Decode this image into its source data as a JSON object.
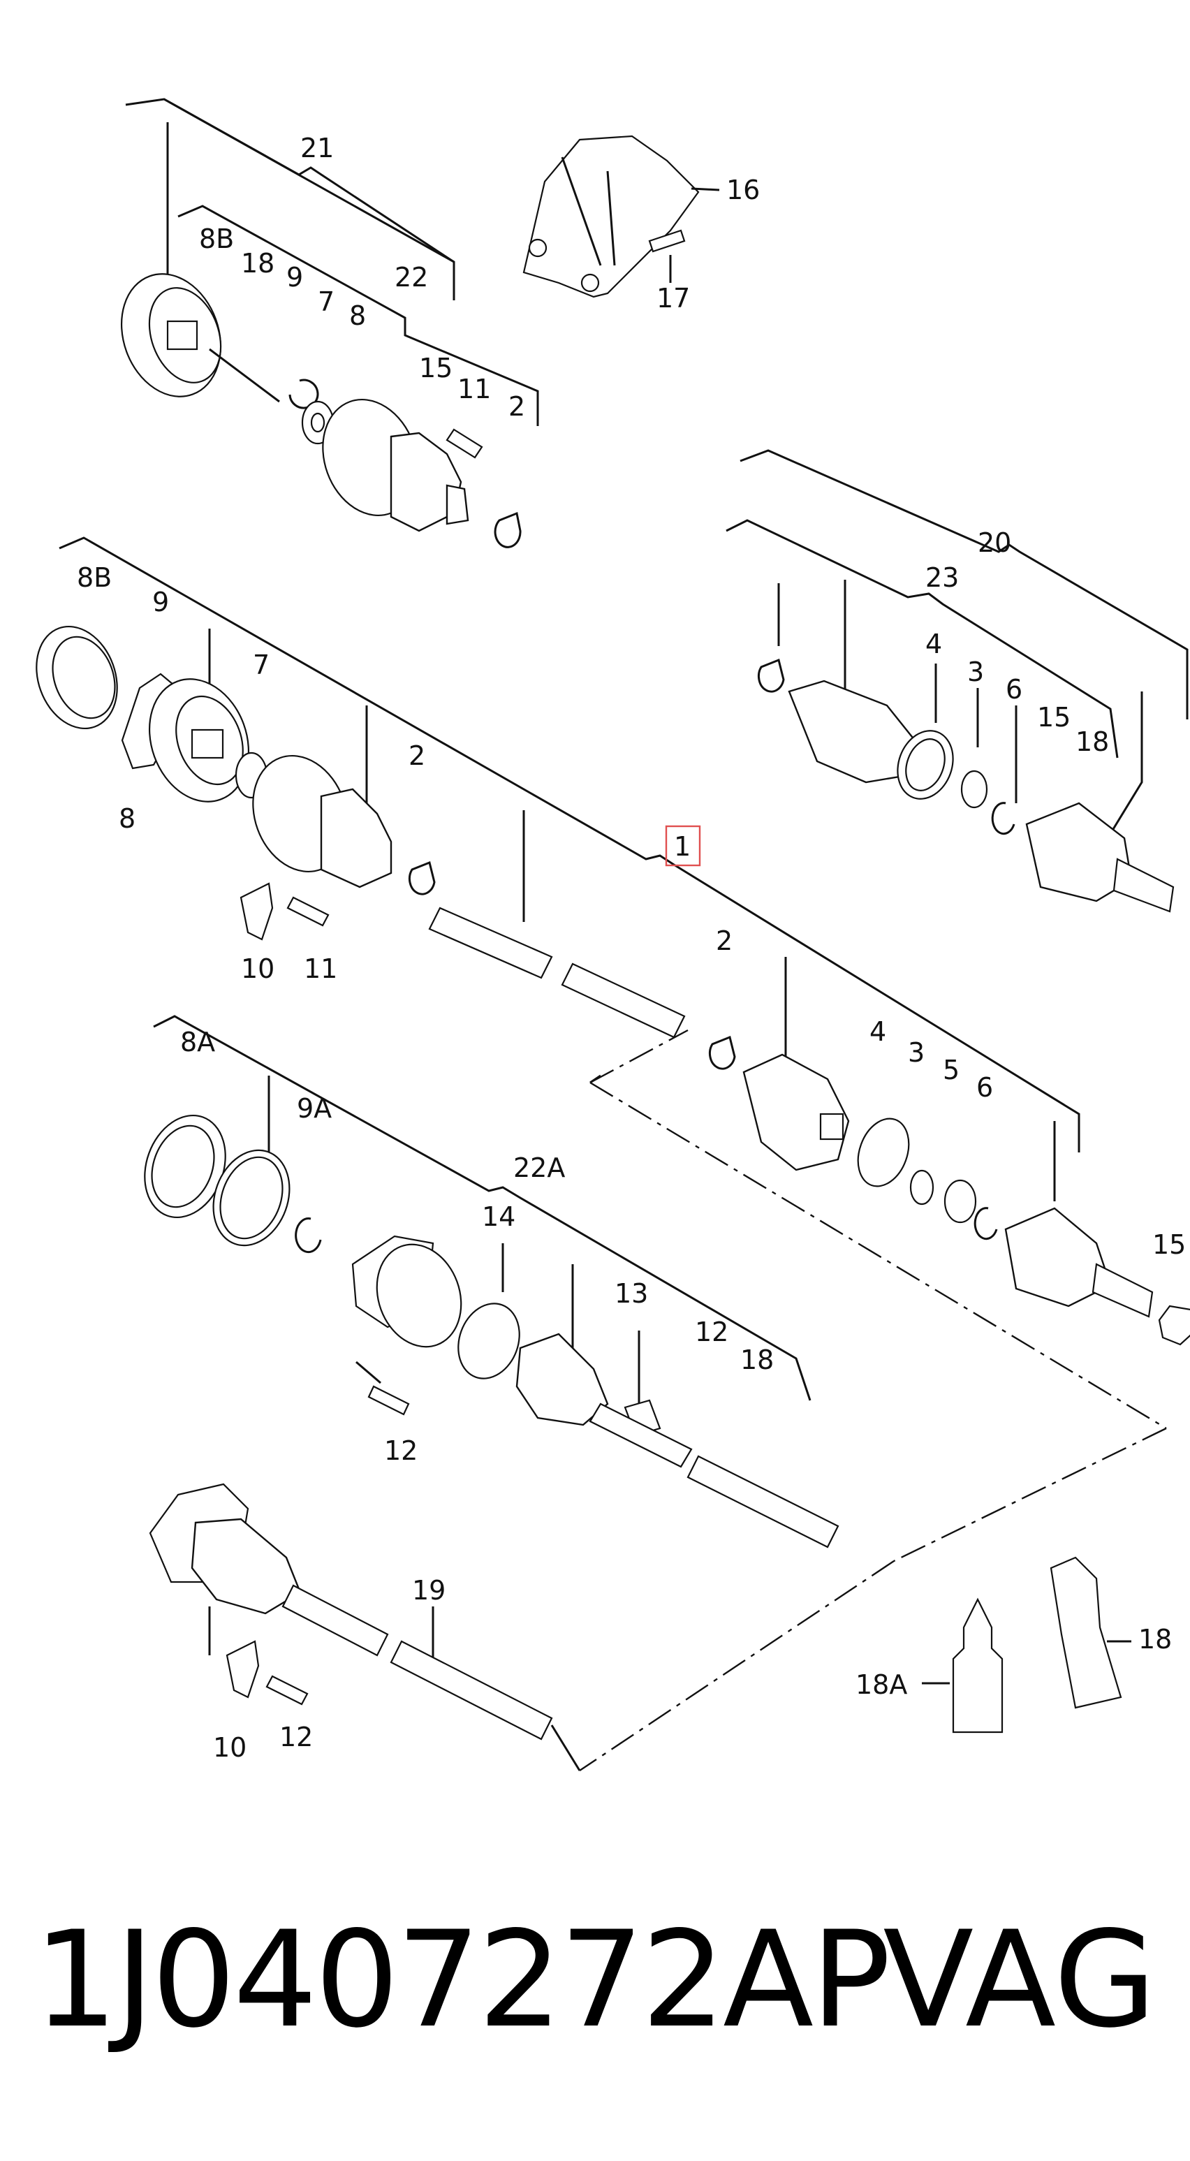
{
  "callouts": [
    "21",
    "16",
    "8B",
    "18",
    "9",
    "7",
    "22",
    "8",
    "17",
    "15",
    "11",
    "2",
    "20",
    "8B",
    "9",
    "7",
    "2",
    "23",
    "4",
    "3",
    "6",
    "15",
    "18",
    "8",
    "10",
    "11",
    "1",
    "2",
    "4",
    "3",
    "5",
    "6",
    "8A",
    "9A",
    "22A",
    "14",
    "13",
    "12",
    "18",
    "15",
    "12",
    "19",
    "10",
    "12",
    "18A",
    "18"
  ],
  "footer": {
    "part_number": "1J0407272AP",
    "brand": "VAG"
  }
}
